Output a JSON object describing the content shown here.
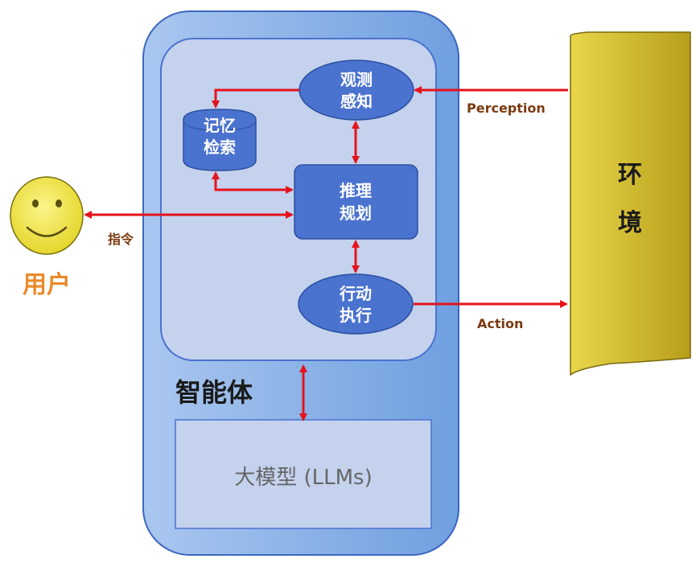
{
  "diagram": {
    "user_label": "用户",
    "instruction_label": "指令",
    "environment_label": [
      "环",
      "境"
    ],
    "agent_label": "智能体",
    "llm_label": "大模型 (LLMs)",
    "perception_label": "Perception",
    "action_label": "Action",
    "nodes": {
      "observe": [
        "观测",
        "感知"
      ],
      "memory": [
        "记忆",
        "检索"
      ],
      "plan": [
        "推理",
        "规划"
      ],
      "act": [
        "行动",
        "执行"
      ]
    },
    "colors": {
      "arrow": "#e5131b",
      "node_fill": "#4a72cf",
      "agent_fill": "#8fb4e8",
      "inner_fill": "#c4d2ee",
      "env_fill": "#d8c02e",
      "user_text": "#e98a2a",
      "face": "#f3e84a",
      "edge_label": "#7a3a10"
    }
  }
}
